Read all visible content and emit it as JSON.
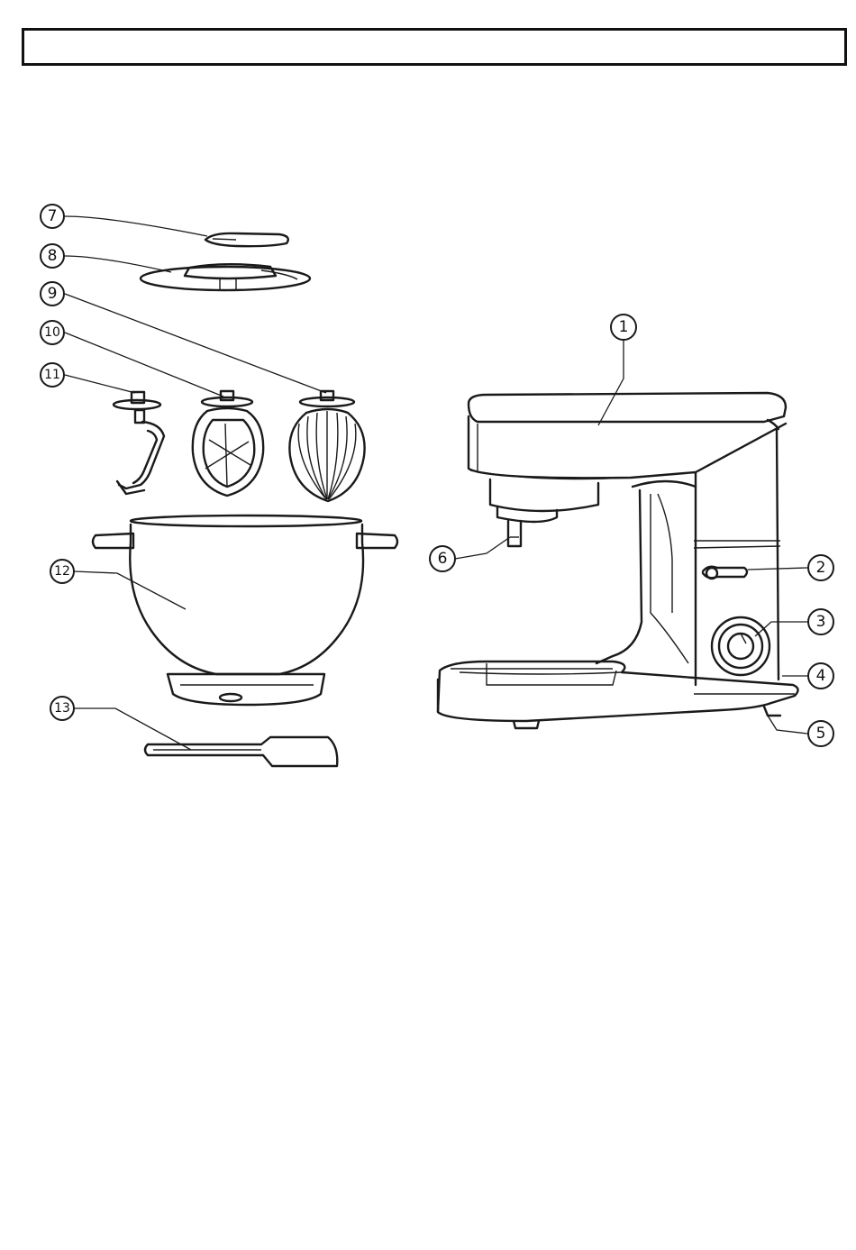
{
  "header": {
    "text": ""
  },
  "callouts": [
    {
      "id": "7",
      "label": "7"
    },
    {
      "id": "8",
      "label": "8"
    },
    {
      "id": "9",
      "label": "9"
    },
    {
      "id": "10",
      "label": "10"
    },
    {
      "id": "11",
      "label": "11"
    },
    {
      "id": "12",
      "label": "12"
    },
    {
      "id": "13",
      "label": "13"
    },
    {
      "id": "1",
      "label": "1"
    },
    {
      "id": "6",
      "label": "6"
    },
    {
      "id": "2",
      "label": "2"
    },
    {
      "id": "3",
      "label": "3"
    },
    {
      "id": "4",
      "label": "4"
    },
    {
      "id": "5",
      "label": "5"
    }
  ],
  "parts": [
    "pouring-shield-lid-icon",
    "splash-guard-icon",
    "whisk-icon",
    "flat-beater-icon",
    "dough-hook-icon",
    "mixing-bowl-icon",
    "spatula-icon",
    "stand-mixer-icon"
  ],
  "colors": {
    "line": "#1a1a1a",
    "background": "#ffffff"
  }
}
